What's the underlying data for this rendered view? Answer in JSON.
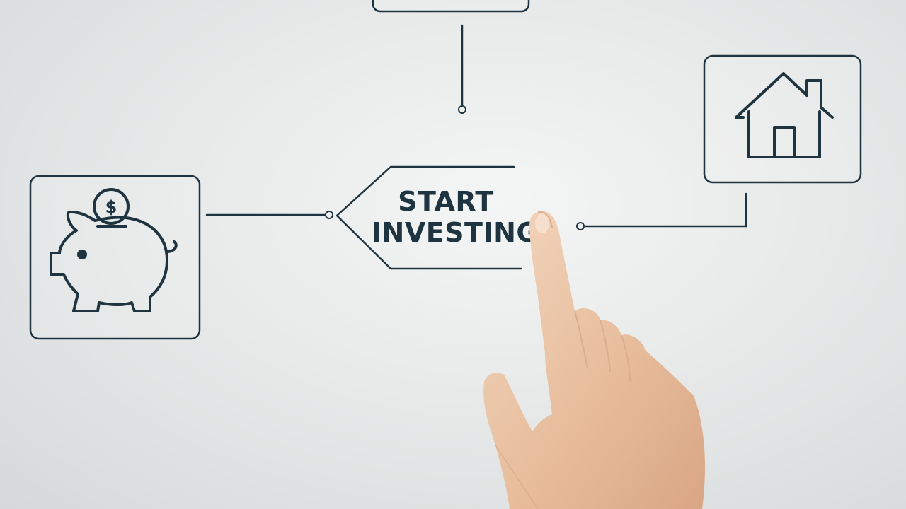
{
  "cta": {
    "line1": "START",
    "line2": "INVESTING"
  },
  "coin_symbol": "$",
  "icons": {
    "top": "placeholder-box-icon",
    "left": "piggy-bank-icon",
    "right": "house-icon",
    "pointer": "pointing-hand"
  },
  "colors": {
    "ink": "#1e3440",
    "background": "#e8eaea",
    "skin": "#e8c4a4"
  }
}
